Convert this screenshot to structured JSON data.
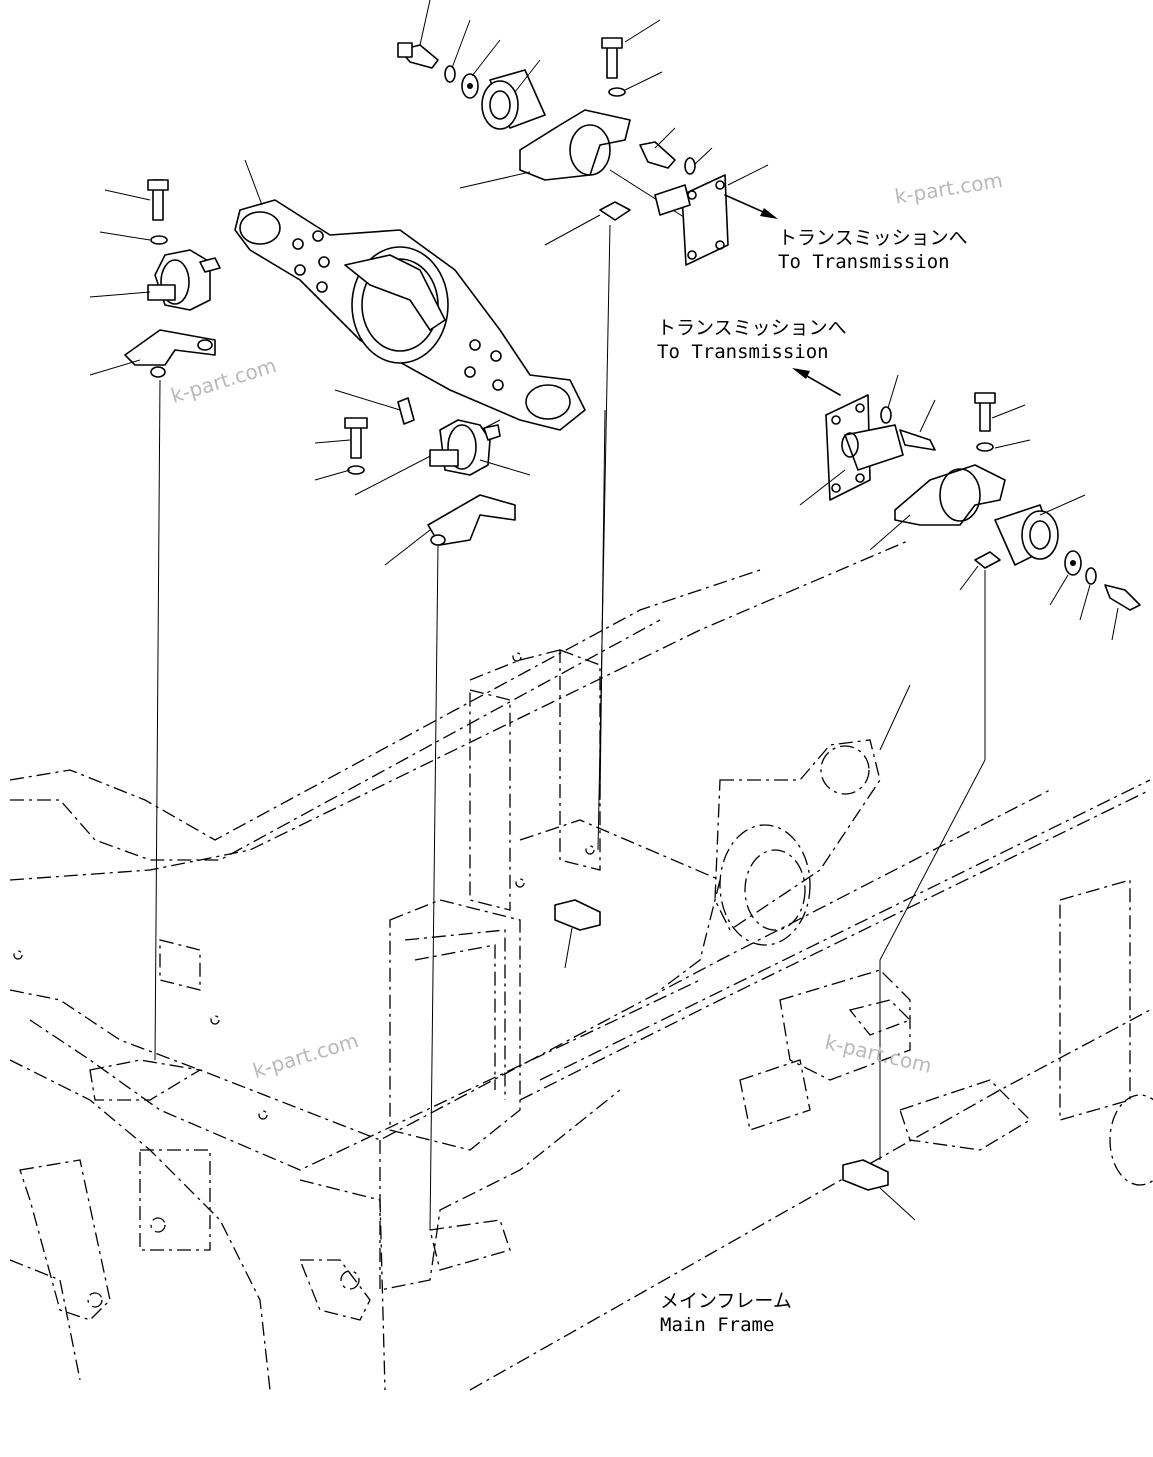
{
  "labels": {
    "to_transmission_upper_jp": "トランスミッションへ",
    "to_transmission_upper_en": "To Transmission",
    "to_transmission_mid_jp": "トランスミッションへ",
    "to_transmission_mid_en": "To Transmission",
    "main_frame_jp": "メインフレーム",
    "main_frame_en": "Main Frame"
  },
  "watermarks": [
    "k-part.com",
    "k-part.com",
    "k-part.com",
    "k-part.com"
  ],
  "colors": {
    "line": "#000000",
    "watermark": "#b9b9b9",
    "background": "#ffffff"
  }
}
